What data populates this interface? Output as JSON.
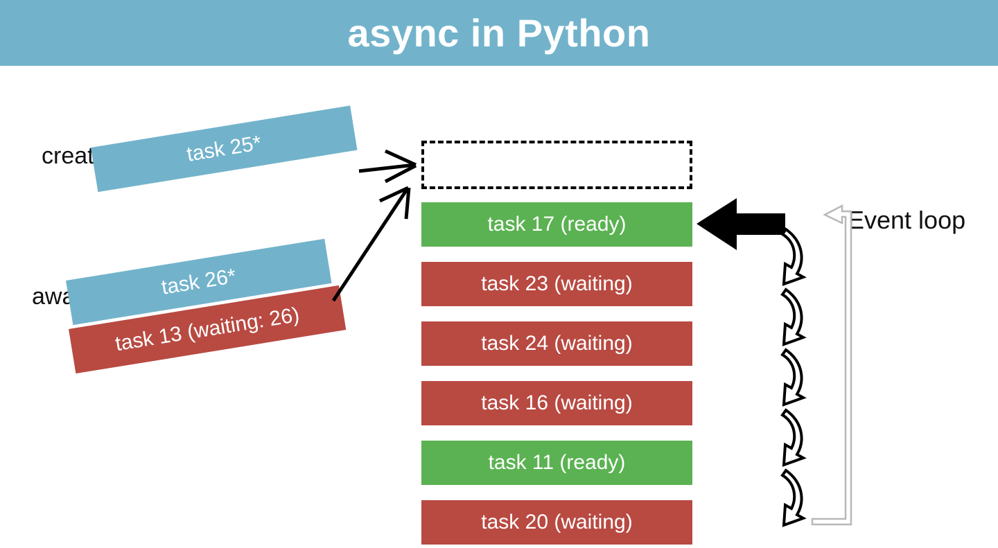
{
  "slide": {
    "title": "async in Python",
    "banner_color": "#72b3cb"
  },
  "colors": {
    "blue": "#72b3cb",
    "green": "#5bb252",
    "red": "#b84a42",
    "text_dark": "#111111",
    "text_light": "#ffffff"
  },
  "left_panel": {
    "sections": [
      {
        "label": "create_task",
        "bars": [
          {
            "text": "task 25*",
            "state": "blue"
          }
        ]
      },
      {
        "label": "await",
        "bars": [
          {
            "text": "task 26*",
            "state": "blue"
          },
          {
            "text": "task 13 (waiting: 26)",
            "state": "red"
          }
        ]
      }
    ],
    "create_task_label": "create_task",
    "await_label": "await",
    "task25_label": "task 25*",
    "task26_label": "task 26*",
    "task13_label": "task 13 (waiting: 26)"
  },
  "queue": {
    "slots": [
      {
        "text": "",
        "state": "empty"
      },
      {
        "text": "task 17 (ready)",
        "state": "green"
      },
      {
        "text": "task 23 (waiting)",
        "state": "red"
      },
      {
        "text": "task 24 (waiting)",
        "state": "red"
      },
      {
        "text": "task 16 (waiting)",
        "state": "red"
      },
      {
        "text": "task 11 (ready)",
        "state": "green"
      },
      {
        "text": "task 20 (waiting)",
        "state": "red"
      }
    ],
    "slot_0_label": "",
    "slot_1_label": "task 17 (ready)",
    "slot_2_label": "task 23 (waiting)",
    "slot_3_label": "task 24 (waiting)",
    "slot_4_label": "task 16 (waiting)",
    "slot_5_label": "task 11 (ready)",
    "slot_6_label": "task 20 (waiting)"
  },
  "right_panel": {
    "event_loop_label": "Event loop"
  }
}
